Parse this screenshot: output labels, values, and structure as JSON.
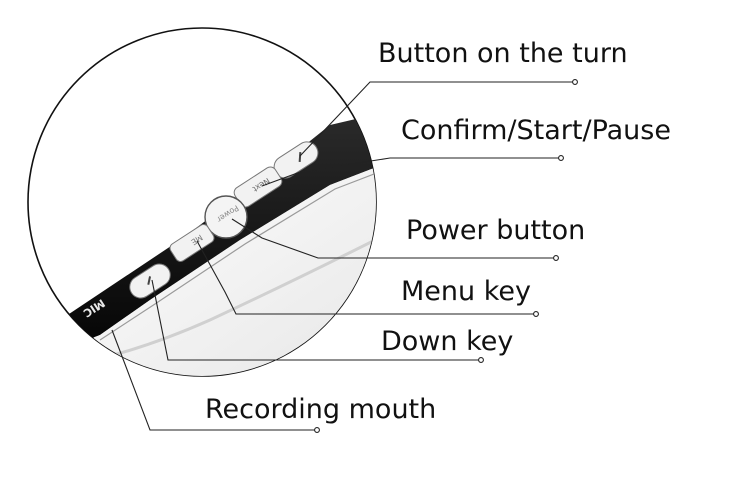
{
  "diagram": {
    "device_marking": "MIC",
    "button_marks": {
      "menu": "ME",
      "power": "Power",
      "next": "Next"
    },
    "callouts": [
      {
        "id": "button-on-the-turn",
        "text": "Button on the turn"
      },
      {
        "id": "confirm-start-pause",
        "text": "Confirm/Start/Pause"
      },
      {
        "id": "power-button",
        "text": "Power button"
      },
      {
        "id": "menu-key",
        "text": "Menu key"
      },
      {
        "id": "down-key",
        "text": "Down key"
      },
      {
        "id": "recording-mouth",
        "text": "Recording mouth"
      }
    ]
  }
}
